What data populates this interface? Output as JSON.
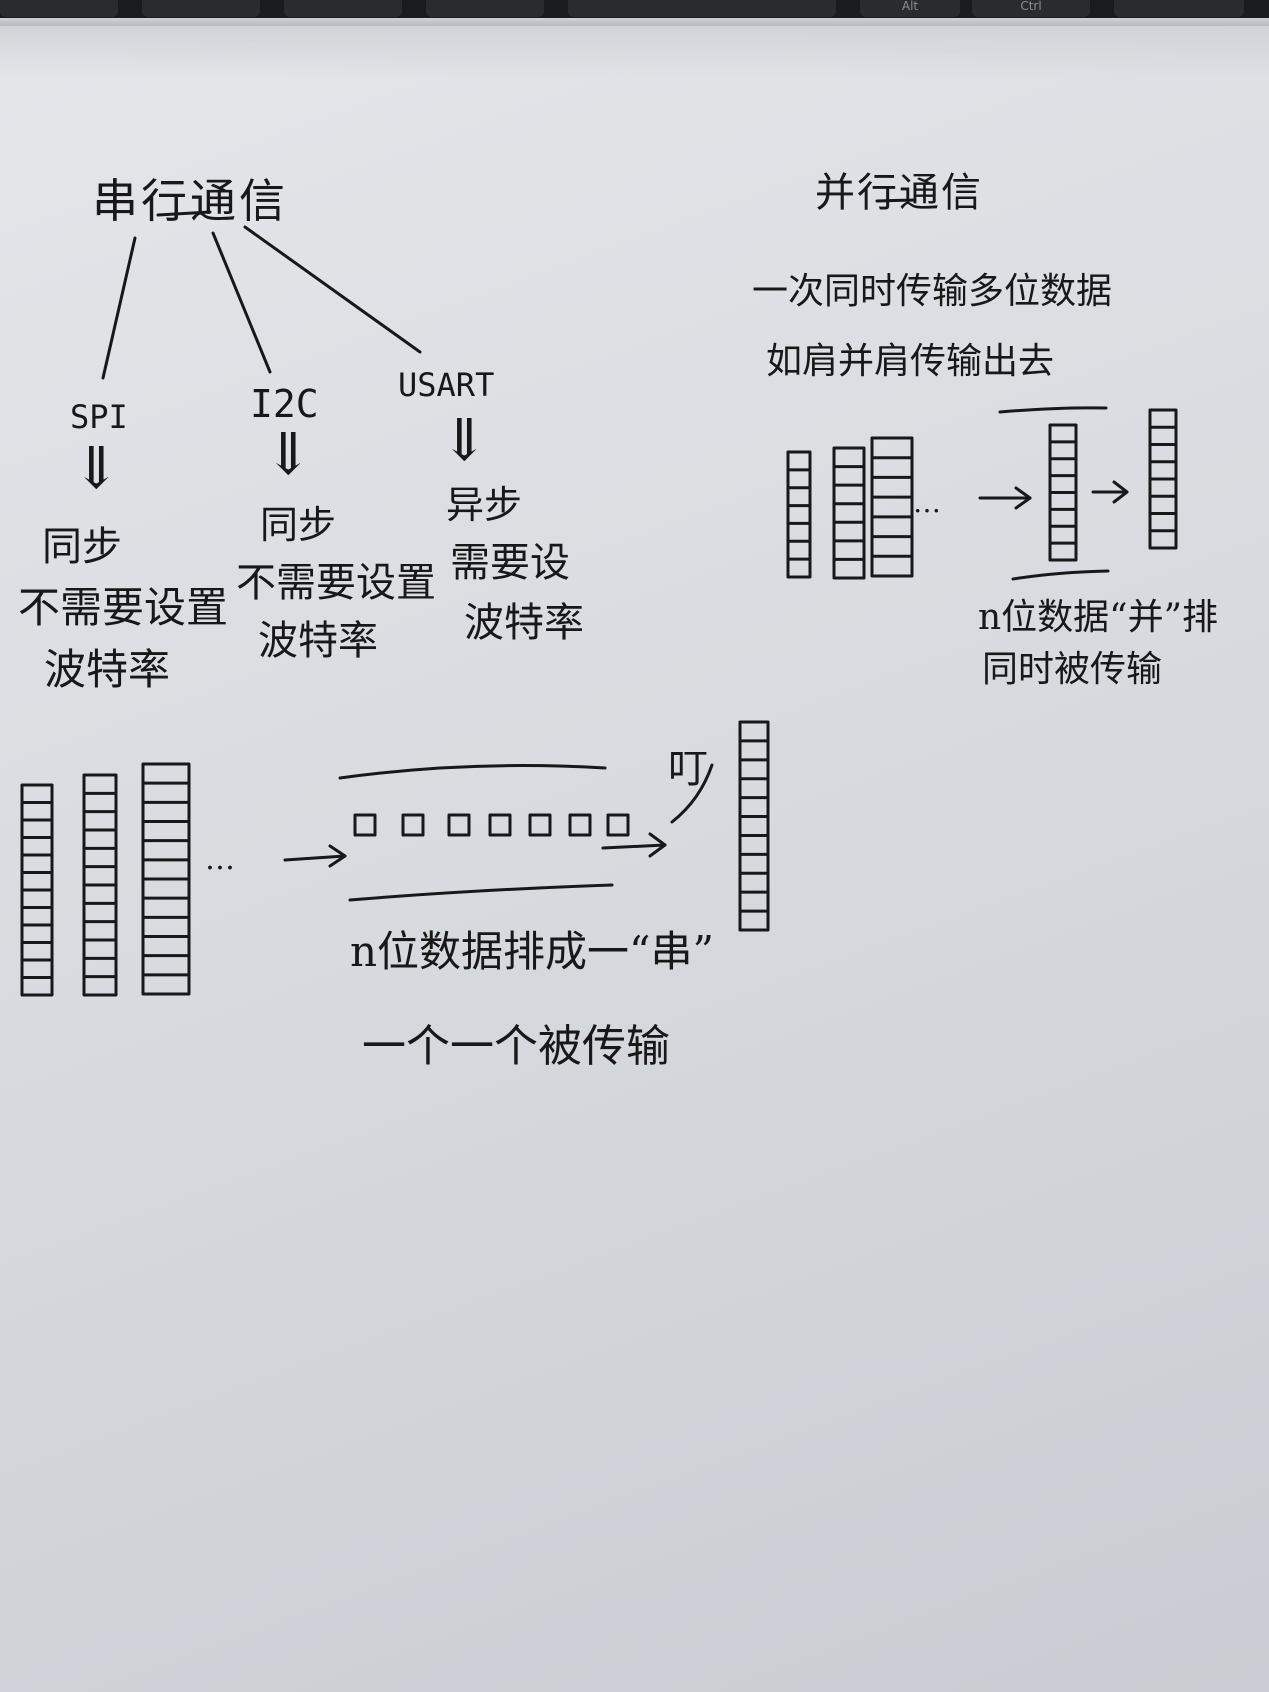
{
  "keyboard": {
    "alt_label": "Alt",
    "ctrl_label": "Ctrl"
  },
  "serial": {
    "title": "串行通信",
    "protocols": [
      {
        "name": "SPI",
        "arrow": "⇓",
        "sync": "同步",
        "baud_line1": "不需要设置",
        "baud_line2": "波特率"
      },
      {
        "name": "I2C",
        "arrow": "⇓",
        "sync": "同步",
        "baud_line1": "不需要设置",
        "baud_line2": "波特率"
      },
      {
        "name": "USART",
        "arrow": "⇓",
        "sync": "异步",
        "baud_line1": "需要设",
        "baud_line2": "波特率"
      }
    ],
    "ellipsis": "…",
    "out_label": "叮",
    "caption_line1": "n位数据排成一“串”",
    "caption_line2": "一个一个被传输"
  },
  "parallel": {
    "title": "并行通信",
    "desc_line1": "一次同时传输多位数据",
    "desc_line2": "如肩并肩传输出去",
    "ellipsis": "…",
    "caption_line1": "n位数据“并”排",
    "caption_line2": "同时被传输"
  }
}
